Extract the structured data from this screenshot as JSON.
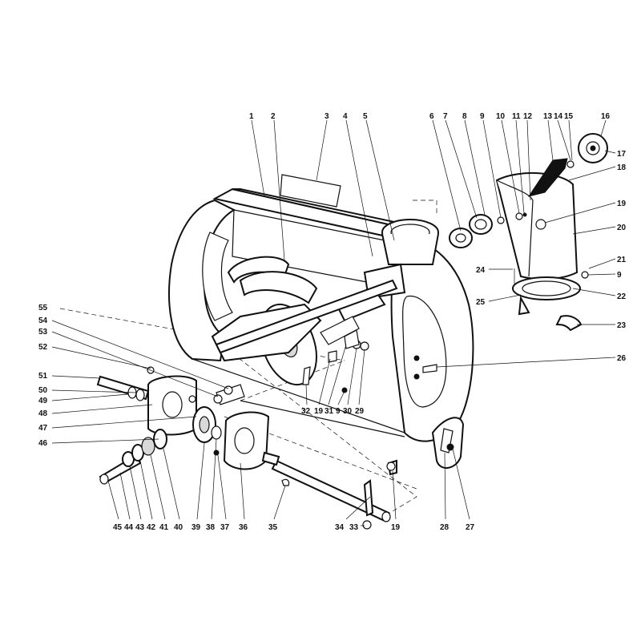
{
  "diagram": {
    "callouts": [
      {
        "id": "c-1",
        "text": "1"
      },
      {
        "id": "c-2",
        "text": "2"
      },
      {
        "id": "c-3",
        "text": "3"
      },
      {
        "id": "c-4",
        "text": "4"
      },
      {
        "id": "c-5",
        "text": "5"
      },
      {
        "id": "c-6",
        "text": "6"
      },
      {
        "id": "c-7",
        "text": "7"
      },
      {
        "id": "c-8",
        "text": "8"
      },
      {
        "id": "c-9a",
        "text": "9"
      },
      {
        "id": "c-10",
        "text": "10"
      },
      {
        "id": "c-11",
        "text": "11"
      },
      {
        "id": "c-12",
        "text": "12"
      },
      {
        "id": "c-13",
        "text": "13"
      },
      {
        "id": "c-14",
        "text": "14"
      },
      {
        "id": "c-15",
        "text": "15"
      },
      {
        "id": "c-16",
        "text": "16"
      },
      {
        "id": "c-17",
        "text": "17"
      },
      {
        "id": "c-18",
        "text": "18"
      },
      {
        "id": "c-19a",
        "text": "19"
      },
      {
        "id": "c-20",
        "text": "20"
      },
      {
        "id": "c-21",
        "text": "21"
      },
      {
        "id": "c-9b",
        "text": "9"
      },
      {
        "id": "c-22",
        "text": "22"
      },
      {
        "id": "c-23",
        "text": "23"
      },
      {
        "id": "c-24",
        "text": "24"
      },
      {
        "id": "c-25",
        "text": "25"
      },
      {
        "id": "c-26",
        "text": "26"
      },
      {
        "id": "c-27",
        "text": "27"
      },
      {
        "id": "c-28",
        "text": "28"
      },
      {
        "id": "c-19b",
        "text": "19"
      },
      {
        "id": "c-33",
        "text": "33"
      },
      {
        "id": "c-34",
        "text": "34"
      },
      {
        "id": "c-35",
        "text": "35"
      },
      {
        "id": "c-36",
        "text": "36"
      },
      {
        "id": "c-37",
        "text": "37"
      },
      {
        "id": "c-38",
        "text": "38"
      },
      {
        "id": "c-39",
        "text": "39"
      },
      {
        "id": "c-40",
        "text": "40"
      },
      {
        "id": "c-41",
        "text": "41"
      },
      {
        "id": "c-42",
        "text": "42"
      },
      {
        "id": "c-43",
        "text": "43"
      },
      {
        "id": "c-44",
        "text": "44"
      },
      {
        "id": "c-45",
        "text": "45"
      },
      {
        "id": "c-46",
        "text": "46"
      },
      {
        "id": "c-47",
        "text": "47"
      },
      {
        "id": "c-48",
        "text": "48"
      },
      {
        "id": "c-49",
        "text": "49"
      },
      {
        "id": "c-50",
        "text": "50"
      },
      {
        "id": "c-51",
        "text": "51"
      },
      {
        "id": "c-52",
        "text": "52"
      },
      {
        "id": "c-53",
        "text": "53"
      },
      {
        "id": "c-54",
        "text": "54"
      },
      {
        "id": "c-55",
        "text": "55"
      },
      {
        "id": "c-32",
        "text": "32"
      },
      {
        "id": "c-19c",
        "text": "19"
      },
      {
        "id": "c-31",
        "text": "31"
      },
      {
        "id": "c-9c",
        "text": "9"
      },
      {
        "id": "c-30",
        "text": "30"
      },
      {
        "id": "c-29",
        "text": "29"
      }
    ]
  }
}
